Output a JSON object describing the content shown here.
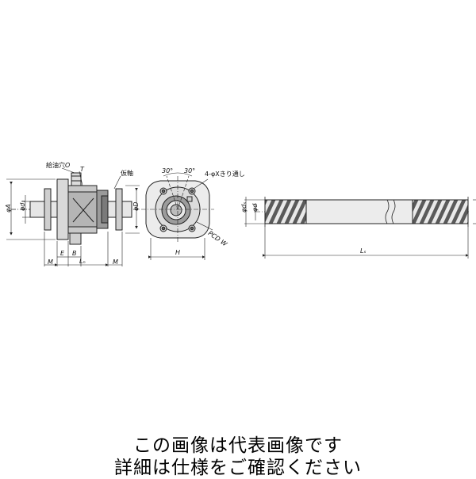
{
  "labels": {
    "oil_hole": "給油穴",
    "O": "O",
    "T": "T",
    "temp_shaft": "仮軸",
    "A": "φA",
    "d1": "φd₁",
    "D": "φD",
    "E": "E",
    "B": "B",
    "Ln": "Lₙ",
    "M_left": "M",
    "M_right": "M",
    "angle_left": "30°",
    "angle_right": "30°",
    "holes": "4-φXきり通し",
    "pcd": "PCD W",
    "H": "H",
    "ds": "φdₛ",
    "d_small": "φd",
    "Ls": "Lₛ"
  },
  "note": {
    "line1": "この画像は代表画像です",
    "line2": "詳細は仕様をご確認ください"
  }
}
